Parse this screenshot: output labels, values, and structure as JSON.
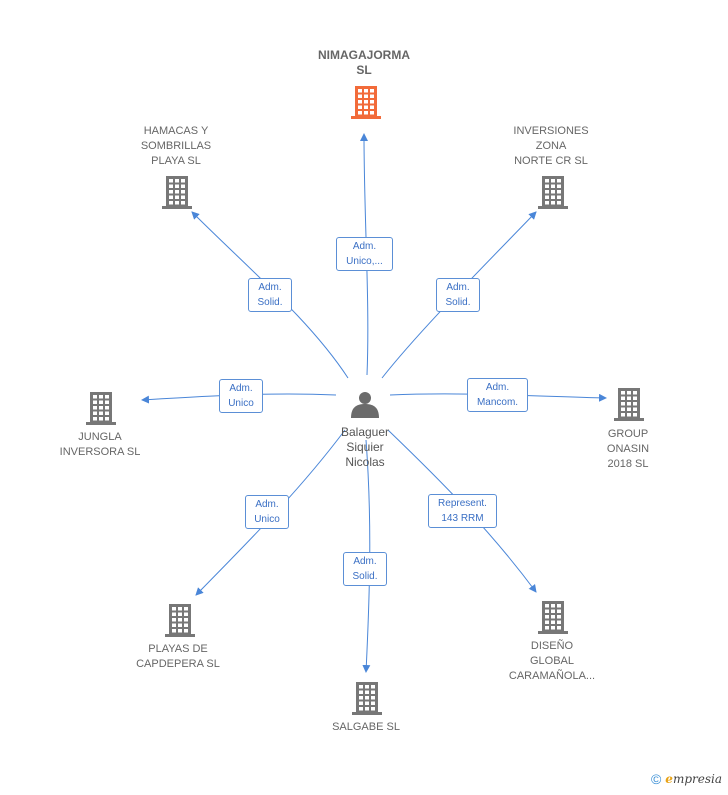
{
  "center": {
    "name_lines": [
      "Balaguer",
      "Siquier",
      "Nicolas"
    ],
    "icon": "person-icon"
  },
  "nodes": [
    {
      "id": "nimagajorma",
      "lines": [
        "NIMAGAJORMA",
        "SL"
      ],
      "main": true,
      "color": "#f26b3a",
      "icon": "building-icon",
      "role_lines": [
        "Adm.",
        "Unico,..."
      ]
    },
    {
      "id": "hamacas",
      "lines": [
        "HAMACAS Y",
        "SOMBRILLAS",
        "PLAYA SL"
      ],
      "color": "#777777",
      "icon": "building-icon",
      "role_lines": [
        "Adm.",
        "Solid."
      ]
    },
    {
      "id": "inversiones",
      "lines": [
        "INVERSIONES",
        "ZONA",
        "NORTE CR  SL"
      ],
      "color": "#777777",
      "icon": "building-icon",
      "role_lines": [
        "Adm.",
        "Solid."
      ]
    },
    {
      "id": "jungla",
      "lines": [
        "JUNGLA",
        "INVERSORA SL"
      ],
      "color": "#777777",
      "icon": "building-icon",
      "role_lines": [
        "Adm.",
        "Unico"
      ]
    },
    {
      "id": "group",
      "lines": [
        "GROUP",
        "ONASIN",
        "2018  SL"
      ],
      "color": "#777777",
      "icon": "building-icon",
      "role_lines": [
        "Adm.",
        "Mancom."
      ]
    },
    {
      "id": "playas",
      "lines": [
        "PLAYAS DE",
        "CAPDEPERA SL"
      ],
      "color": "#777777",
      "icon": "building-icon",
      "role_lines": [
        "Adm.",
        "Unico"
      ]
    },
    {
      "id": "salgabe",
      "lines": [
        "SALGABE  SL"
      ],
      "color": "#777777",
      "icon": "building-icon",
      "role_lines": [
        "Adm.",
        "Solid."
      ]
    },
    {
      "id": "diseno",
      "lines": [
        "DISEÑO",
        "GLOBAL",
        "CARAMAÑOLA..."
      ],
      "color": "#777777",
      "icon": "building-icon",
      "role_lines": [
        "Represent.",
        "143 RRM"
      ]
    }
  ],
  "edge_color": "#4a86d8",
  "footer": {
    "copyright": "©",
    "brand_initial": "e",
    "brand_rest": "mpresia"
  }
}
